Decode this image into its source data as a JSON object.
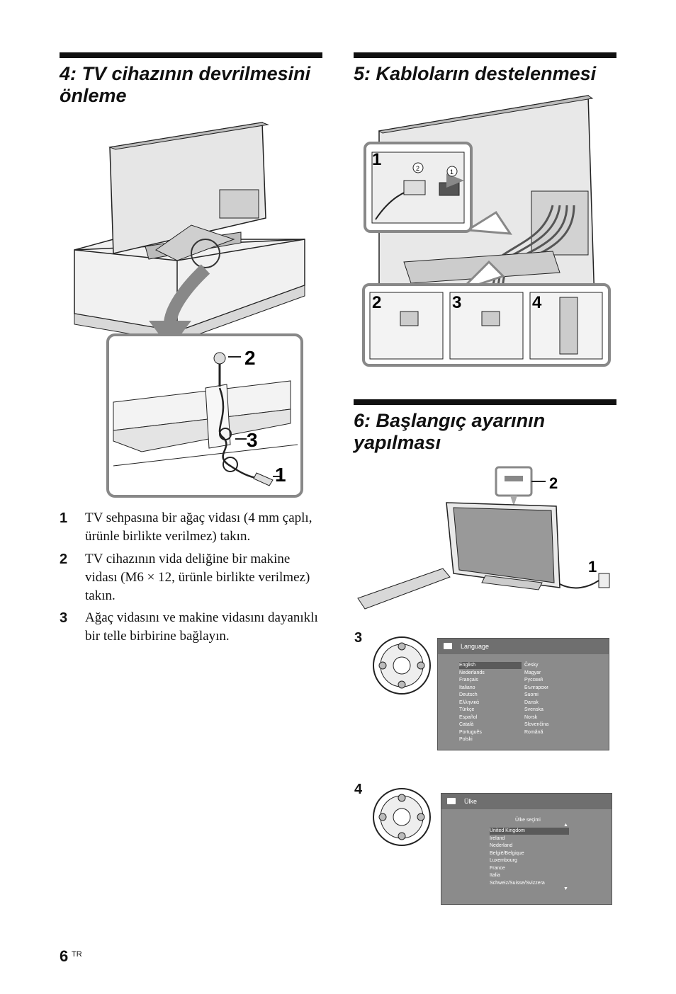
{
  "section4": {
    "title": "4: TV cihazının devrilmesini önleme",
    "callouts": [
      "2",
      "3",
      "1"
    ],
    "steps": [
      {
        "num": "1",
        "text": "TV sehpasına bir ağaç vidası (4 mm çaplı, ürünle birlikte verilmez) takın."
      },
      {
        "num": "2",
        "text": "TV cihazının vida deliğine bir makine vidası (M6 × 12, ürünle birlikte verilmez) takın."
      },
      {
        "num": "3",
        "text": "Ağaç vidasını ve makine vidasını dayanıklı bir telle birbirine bağlayın."
      }
    ]
  },
  "section5": {
    "title": "5: Kabloların destelenmesi",
    "callouts": [
      "1",
      "2",
      "3",
      "4"
    ]
  },
  "section6": {
    "title": "6: Başlangıç ayarının yapılması",
    "callouts": [
      "2",
      "1",
      "3",
      "4"
    ],
    "language_menu": {
      "header": "Language",
      "col1": [
        "English",
        "Nederlands",
        "Français",
        "Italiano",
        "Deutsch",
        "Ελληνικά",
        "Türkçe",
        "Español",
        "Català",
        "Português",
        "Polski"
      ],
      "col2": [
        "Česky",
        "Magyar",
        "Русский",
        "Български",
        "Suomi",
        "Dansk",
        "Svenska",
        "Norsk",
        "Slovenčina",
        "Română"
      ]
    },
    "country_menu": {
      "header": "Ülke",
      "subtitle": "Ülke seçimi",
      "items": [
        "United Kingdom",
        "Ireland",
        "Nederland",
        "België/Belgique",
        "Luxembourg",
        "France",
        "Italia",
        "Schweiz/Suisse/Svizzera"
      ]
    }
  },
  "footer": {
    "page": "6",
    "suffix": "TR"
  }
}
